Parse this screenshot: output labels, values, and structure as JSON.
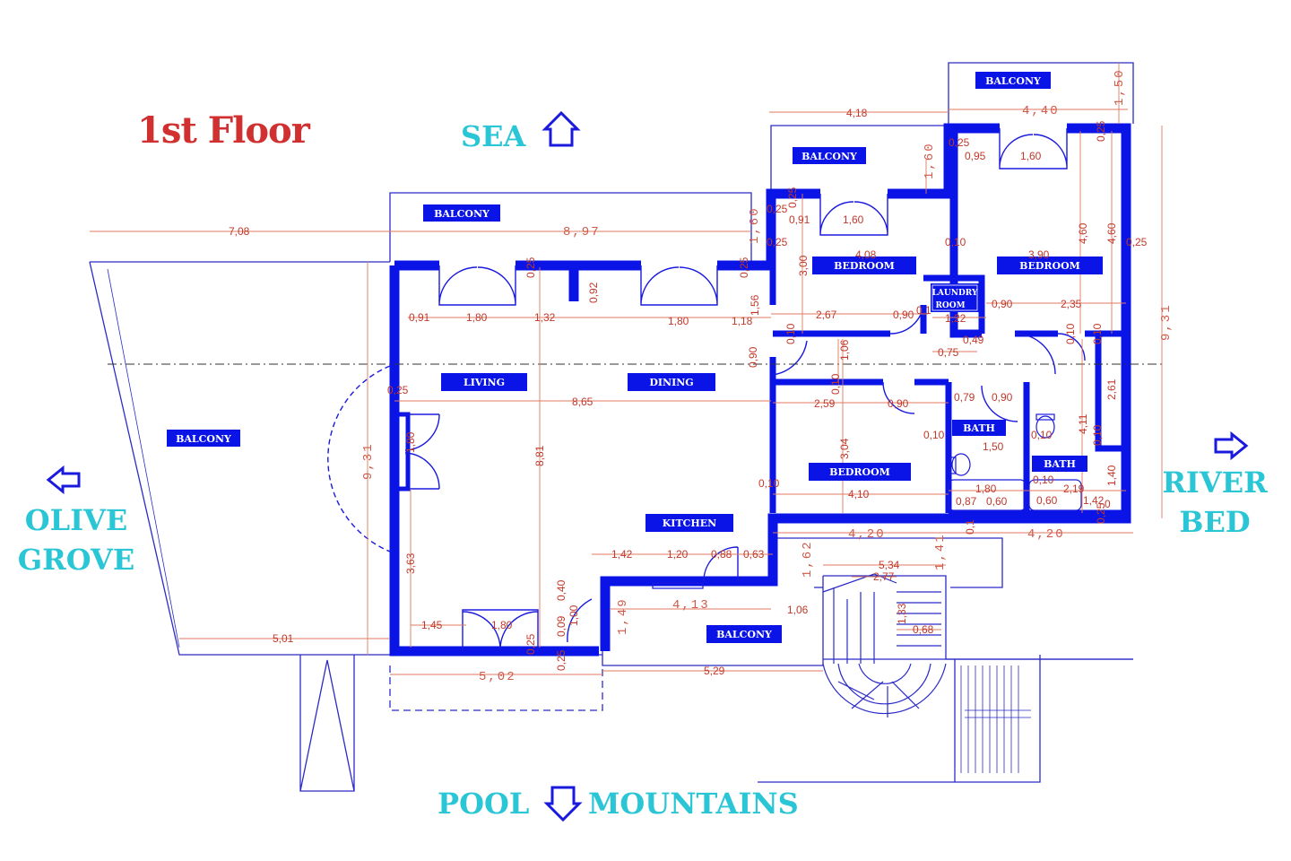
{
  "floor_title": "1st Floor",
  "directions": {
    "sea": "SEA",
    "river_bed": [
      "RIVER",
      "BED"
    ],
    "olive_grove": [
      "OLIVE",
      "GROVE"
    ],
    "pool": "POOL",
    "mountains": "MOUNTAINS"
  },
  "rooms": {
    "balcony": "BALCONY",
    "living": "LIVING",
    "dining": "DINING",
    "kitchen": "KITCHEN",
    "bedroom": "BEDROOM",
    "bath": "BATH",
    "laundry": [
      "LAUNDRY",
      "ROOM"
    ]
  },
  "dimensions": {
    "d708": "7,08",
    "d897": "8,97",
    "d418": "4,18",
    "d440": "4,40",
    "d150": "1,50",
    "d160a": "1,60",
    "d160b": "1,60",
    "d160c": "1,60",
    "d160d": "1,60",
    "d095": "0,95",
    "d091a": "0,91",
    "d091b": "0,91",
    "d180a": "1,80",
    "d180b": "1,80",
    "d180c": "1,80",
    "d180d": "1,80",
    "d132": "1,32",
    "d118": "1,18",
    "d092": "0,92",
    "d156": "1,56",
    "d267": "2,67",
    "d090a": "0,90",
    "d090b": "0,90",
    "d090c": "0,90",
    "d090d": "0,90",
    "d122": "1,22",
    "d049": "0,49",
    "d075": "0,75",
    "d235": "2,35",
    "d408": "4,08",
    "d390": "3,90",
    "d460a": "4,60",
    "d460b": "4,60",
    "d300": "3,00",
    "d106a": "1,06",
    "d106b": "1,06",
    "d865": "8,65",
    "d259": "2,59",
    "d079": "0,79",
    "d150b": "1,50",
    "d304": "3,04",
    "d410": "4,10",
    "d261": "2,61",
    "d411": "4,11",
    "d219": "2,19",
    "d087": "0,87",
    "d060a": "0,60",
    "d060b": "0,60",
    "d142a": "1,42",
    "d142b": "1,42",
    "d140": "1,40",
    "d881": "8,81",
    "d931a": "9,31",
    "d931b": "9,31",
    "d363": "3,63",
    "d145": "1,45",
    "d501": "5,01",
    "d502": "5,02",
    "d529": "5,29",
    "d120": "1,20",
    "d088": "0,88",
    "d063": "0,63",
    "d040": "0,40",
    "d009": "0,09",
    "d100": "1,00",
    "d149": "1,49",
    "d413": "4,13",
    "d420a": "4,20",
    "d420b": "4,20",
    "d162": "1,62",
    "d141": "1,41",
    "d534": "5,34",
    "d277": "2,77",
    "d133": "1,33",
    "d068": "0,68",
    "d025": "0,25",
    "d010": "0,10",
    "d010s": "0,10",
    "d010n": "0,10",
    "d0": "0",
    "d01": "0,1"
  }
}
